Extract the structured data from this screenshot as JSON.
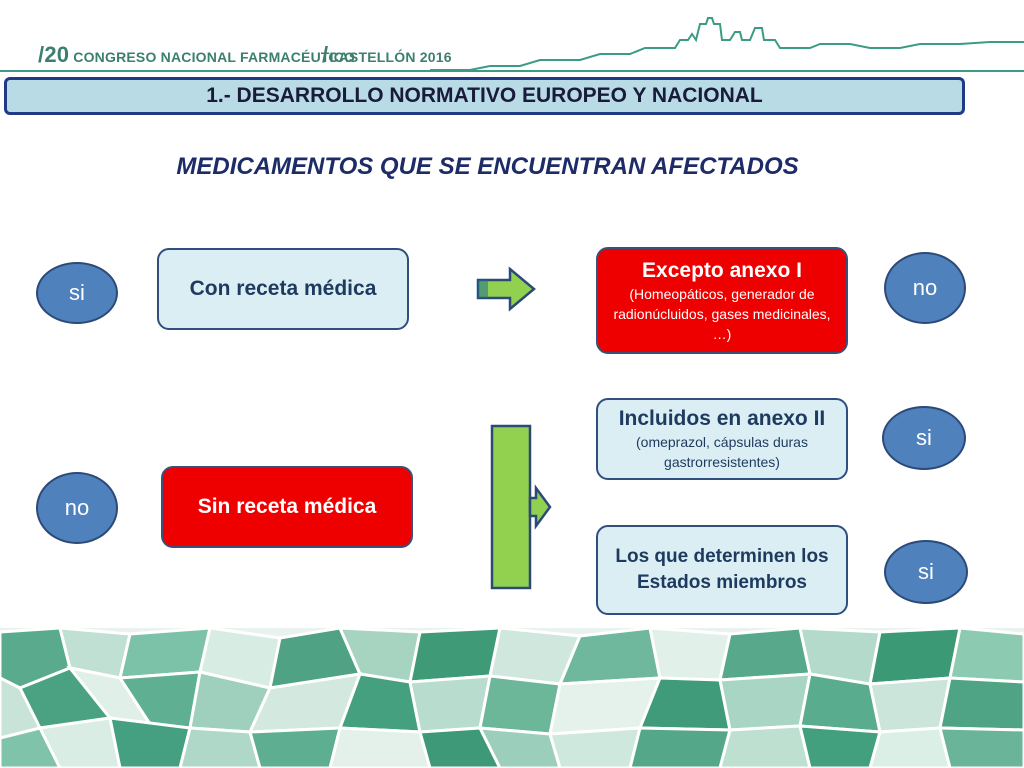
{
  "header": {
    "edition": "20",
    "congress": "CONGRESO NACIONAL FARMACÉUTICO",
    "city": "CASTELLÓN 2016"
  },
  "section_title": "1.- DESARROLLO NORMATIVO EUROPEO Y NACIONAL",
  "main_title": "MEDICAMENTOS QUE SE ENCUENTRAN AFECTADOS",
  "left": {
    "con_receta": {
      "badge": "si",
      "label": "Con receta médica"
    },
    "sin_receta": {
      "badge": "no",
      "label": "Sin receta médica"
    }
  },
  "right": {
    "anexo1": {
      "title": "Excepto anexo I",
      "detail": "(Homeopáticos, generador de radionúcluidos,  gases medicinales, …)",
      "badge": "no"
    },
    "anexo2": {
      "title": "Incluidos en anexo II",
      "detail": "(omeprazol, cápsulas duras gastrorresistentes)",
      "badge": "si"
    },
    "estados": {
      "title": "Los que determinen los Estados miembros",
      "badge": "si"
    }
  },
  "colors": {
    "accent_green": "#3c7f6e",
    "section_border": "#1f3b86",
    "red_box": "#ee0000",
    "oval_blue": "#4f81bd",
    "arrow_green": "#92d050"
  }
}
